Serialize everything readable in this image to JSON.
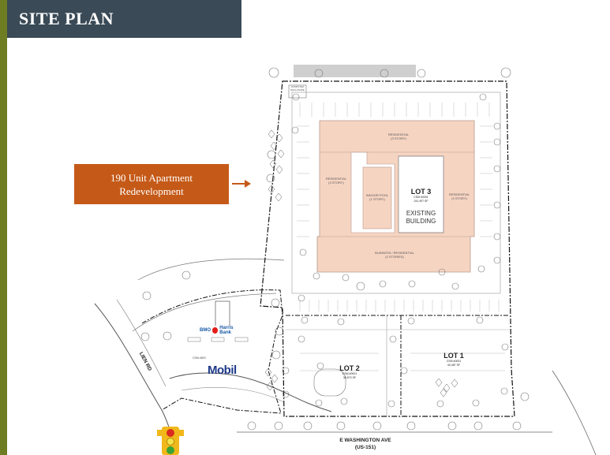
{
  "page": {
    "title": "SITE PLAN",
    "callout_line1": "190 Unit Apartment",
    "callout_line2": "Redevelopment"
  },
  "plan": {
    "lot3": {
      "name": "LOT 3",
      "line1": "CSM #0001",
      "line2": "241,497 SF"
    },
    "lot2": {
      "name": "LOT 2",
      "line1": "CSM #0001",
      "line2": "36,573 SF"
    },
    "lot1": {
      "name": "LOT 1",
      "line1": "CSM #0001",
      "line2": "40,487 SF"
    },
    "buildings": {
      "residential_top": "RESIDENTIAL",
      "residential_top_sub": "(3 STORY)",
      "residential_left": "RESIDENTIAL",
      "residential_left_sub": "(3 STORY)",
      "indoor_pool": "INDOOR POOL",
      "indoor_pool_sub": "(1 STORY)",
      "residential_right": "RESIDENTIAL",
      "residential_right_sub": "(3 STORY)",
      "business": "BUSINESS / RESIDENTIAL",
      "business_sub": "(2 STORIES)",
      "existing_line1": "EXISTING",
      "existing_line2": "BUILDING",
      "dumpster_line1": "DUMPSTER",
      "dumpster_line2": "ENCLOSURE"
    },
    "streets": {
      "washington_line1": "E WASHINGTON AVE",
      "washington_line2": "(US-151)",
      "lien_rd": "LIEN RD"
    },
    "bank_sign": "BMO",
    "bank_sign_2": "Harris Bank",
    "gas_brand": "Mobil",
    "station_label": "CSM #823"
  },
  "colors": {
    "title_bar": "#3a4a56",
    "accent_stripe": "#6f7d22",
    "callout": "#c55a18",
    "building_fill": "#f6d4c2",
    "mobil_blue": "#1e3a8a",
    "mobil_red": "#d9261c",
    "bmo_red": "#e31d1a",
    "traffic_light": "#f0b81a"
  }
}
